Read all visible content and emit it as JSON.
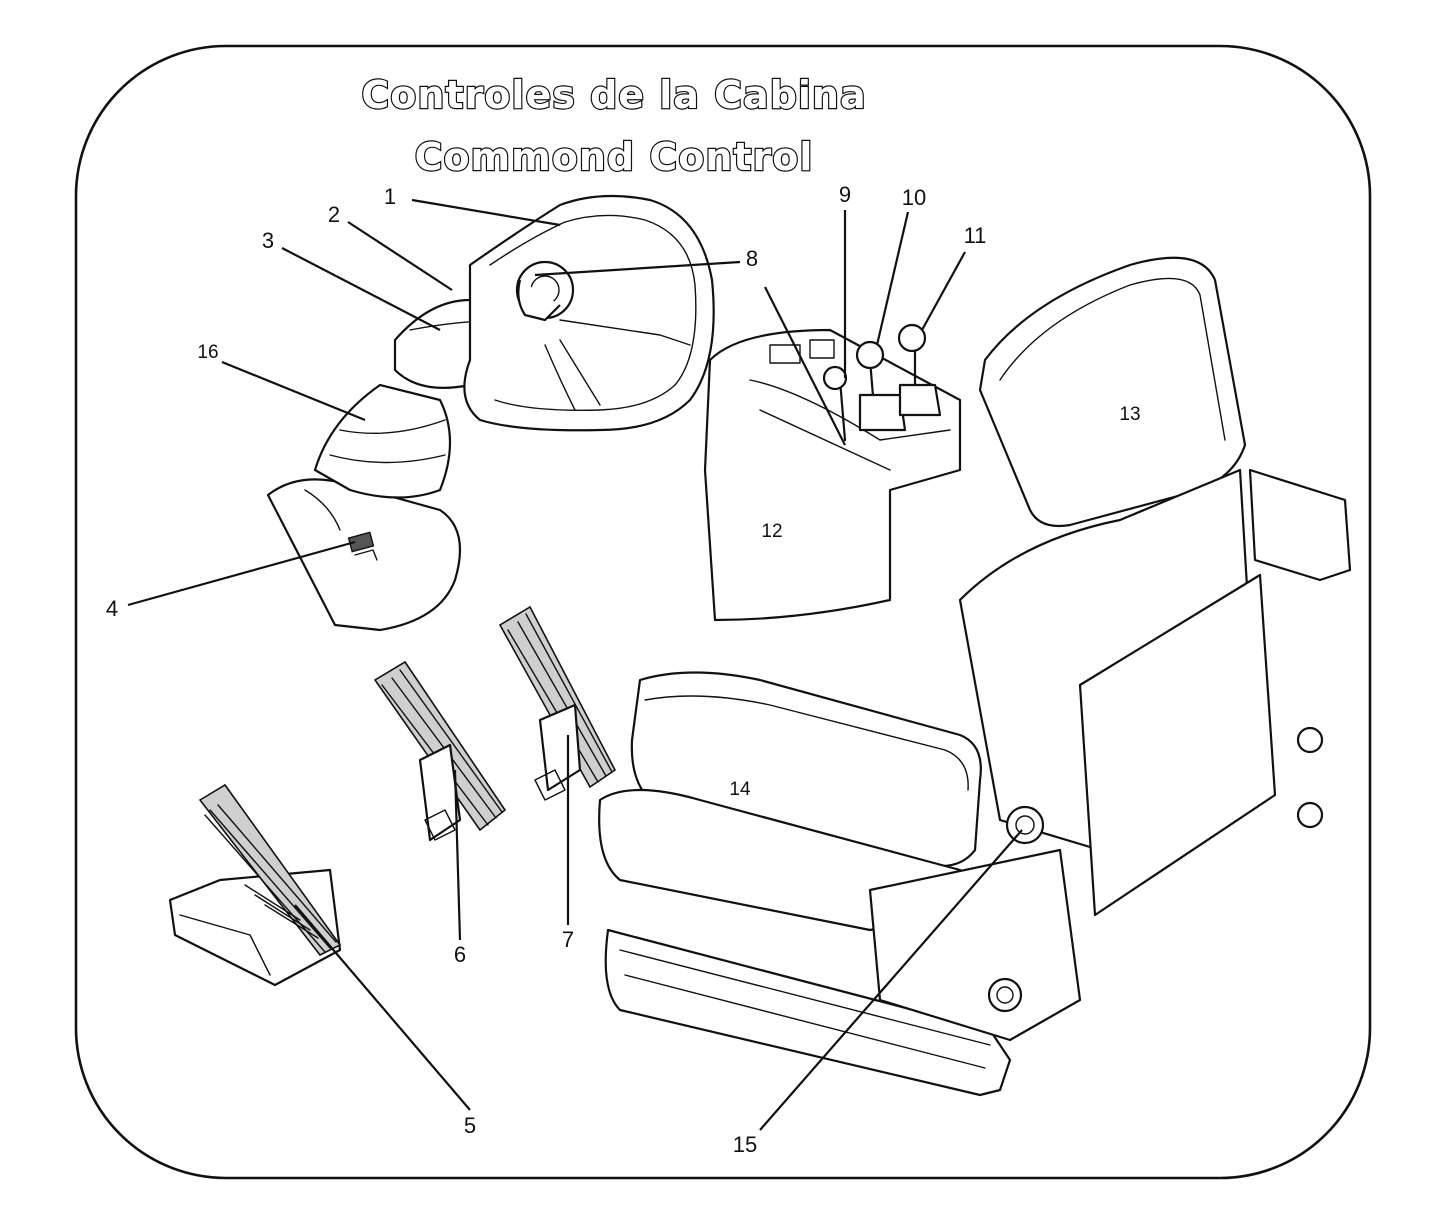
{
  "title": {
    "line1": "Controles de la Cabina",
    "line2": "Commond Control"
  },
  "callouts": [
    {
      "id": "1",
      "label": "1"
    },
    {
      "id": "2",
      "label": "2"
    },
    {
      "id": "3",
      "label": "3"
    },
    {
      "id": "4",
      "label": "4"
    },
    {
      "id": "5",
      "label": "5"
    },
    {
      "id": "6",
      "label": "6"
    },
    {
      "id": "7",
      "label": "7"
    },
    {
      "id": "8",
      "label": "8"
    },
    {
      "id": "9",
      "label": "9"
    },
    {
      "id": "10",
      "label": "10"
    },
    {
      "id": "11",
      "label": "11"
    },
    {
      "id": "16",
      "label": "16"
    },
    {
      "id": "15",
      "label": "15"
    }
  ],
  "part_numbers": {
    "console": "12",
    "backrest": "13",
    "cushion": "14"
  },
  "colors": {
    "ink": "#111111",
    "paper": "#ffffff",
    "shade": "#cfcfcf"
  }
}
